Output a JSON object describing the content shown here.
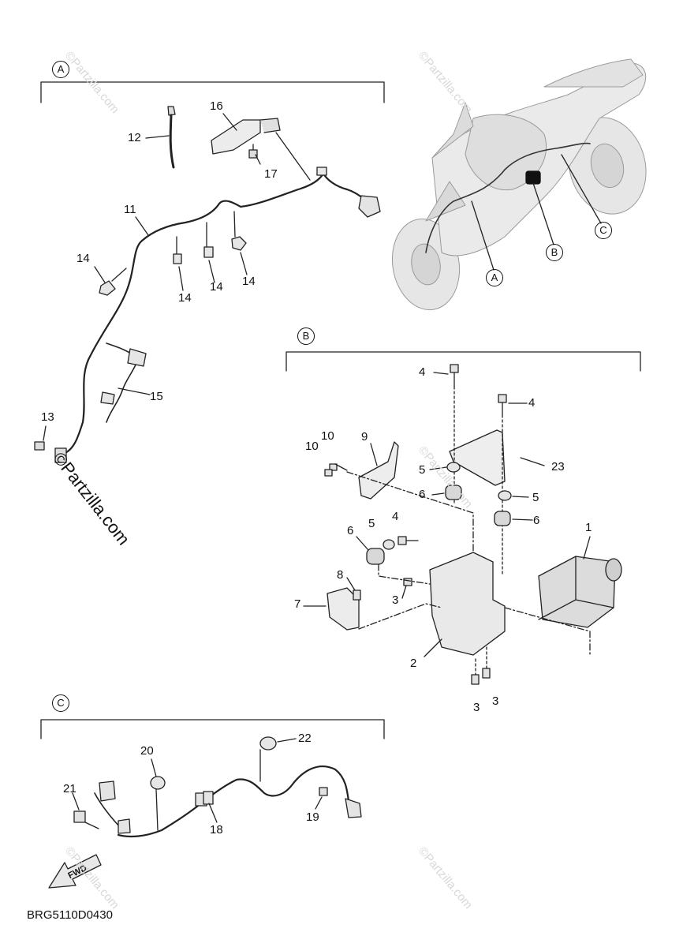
{
  "diagram": {
    "section_markers": {
      "a": "A",
      "b": "B",
      "c": "C"
    },
    "callouts": {
      "n1": "1",
      "n2": "2",
      "n3a": "3",
      "n3b": "3",
      "n3c": "3",
      "n4a": "4",
      "n4b": "4",
      "n4c": "4",
      "n5a": "5",
      "n5b": "5",
      "n5c": "5",
      "n6a": "6",
      "n6b": "6",
      "n6c": "6",
      "n7": "7",
      "n8": "8",
      "n9": "9",
      "n10a": "10",
      "n10b": "10",
      "n11": "11",
      "n12": "12",
      "n13": "13",
      "n14a": "14",
      "n14b": "14",
      "n14c": "14",
      "n14d": "14",
      "n15": "15",
      "n16": "16",
      "n17": "17",
      "n18": "18",
      "n19": "19",
      "n20": "20",
      "n21": "21",
      "n22": "22",
      "n23": "23"
    },
    "watermark": "©Partzilla.com",
    "fwd_label": "FWD",
    "drawing_code": "BRG5110D0430"
  }
}
